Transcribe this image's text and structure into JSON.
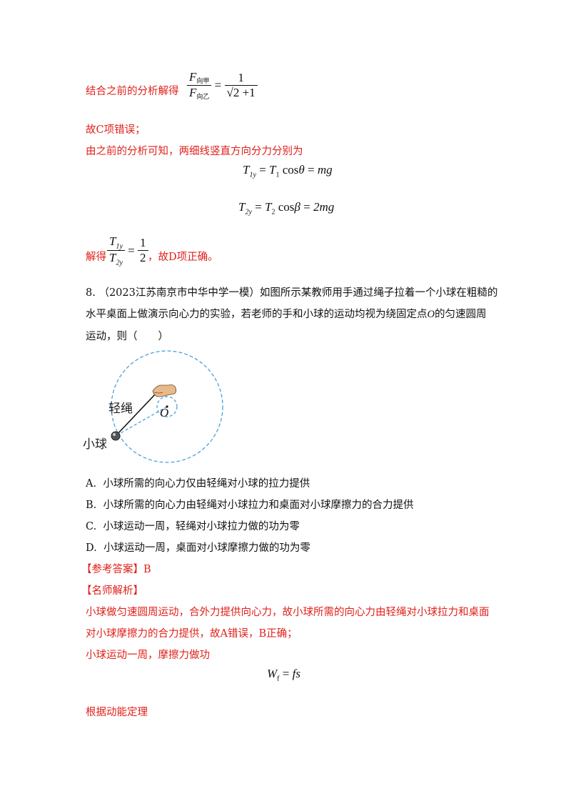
{
  "s1": {
    "prefix": "结合之前的分析解得",
    "frac_num_base": "F",
    "frac_num_sub": "向甲",
    "frac_den_base": "F",
    "frac_den_sub": "向乙",
    "rhs_num": "1",
    "rhs_den": "√2 +1"
  },
  "s2": {
    "text": "故C项错误；"
  },
  "s3": {
    "text": "由之前的分析可知，两细线竖直方向分力分别为"
  },
  "eq1": {
    "lhs": "T",
    "lhs_sub": "1y",
    "mid": "T",
    "mid_sub": "1",
    "func": "cos",
    "angle": "θ",
    "rhs": "mg"
  },
  "eq2": {
    "lhs": "T",
    "lhs_sub": "2y",
    "mid": "T",
    "mid_sub": "2",
    "func": "cos",
    "angle": "β",
    "rhs": "2mg"
  },
  "s4": {
    "prefix": "解得",
    "num": "T",
    "num_sub": "1y",
    "den": "T",
    "den_sub": "2y",
    "rhs_num": "1",
    "rhs_den": "2",
    "suffix": "，故D项正确。"
  },
  "q8": {
    "line1": "8. （2023江苏南京市中华中学一模）如图所示某教师用手通过绳子拉着一个小球在粗糙的",
    "line2_a": "水平桌面上做演示向心力的实验，若老师的手和小球的运动均视为绕固定点",
    "line2_o": "O",
    "line2_b": "的匀速圆周",
    "line3": "运动，则（　　）"
  },
  "figure": {
    "rope_label": "轻绳",
    "center_label": "O",
    "ball_label": "小球"
  },
  "options": [
    {
      "label": "A.",
      "text": "小球所需的向心力仅由轻绳对小球的拉力提供"
    },
    {
      "label": "B.",
      "text": "小球所需的向心力由轻绳对小球拉力和桌面对小球摩擦力的合力提供"
    },
    {
      "label": "C.",
      "text": "小球运动一周，轻绳对小球拉力做的功为零"
    },
    {
      "label": "D.",
      "text": "小球运动一周，桌面对小球摩擦力做的功为零"
    }
  ],
  "answer": {
    "label": "【参考答案】",
    "value": "B"
  },
  "analysis": {
    "label": "【名师解析】",
    "line1": "小球做匀速圆周运动，合外力提供向心力，故小球所需的向心力由轻绳对小球拉力和桌面",
    "line2": "对小球摩擦力的合力提供，故A错误，B正确；",
    "line3": "小球运动一周，摩擦力做功",
    "eq_lhs": "W",
    "eq_lhs_sub": "f",
    "eq_rhs": "fs",
    "line4": "根据动能定理"
  }
}
